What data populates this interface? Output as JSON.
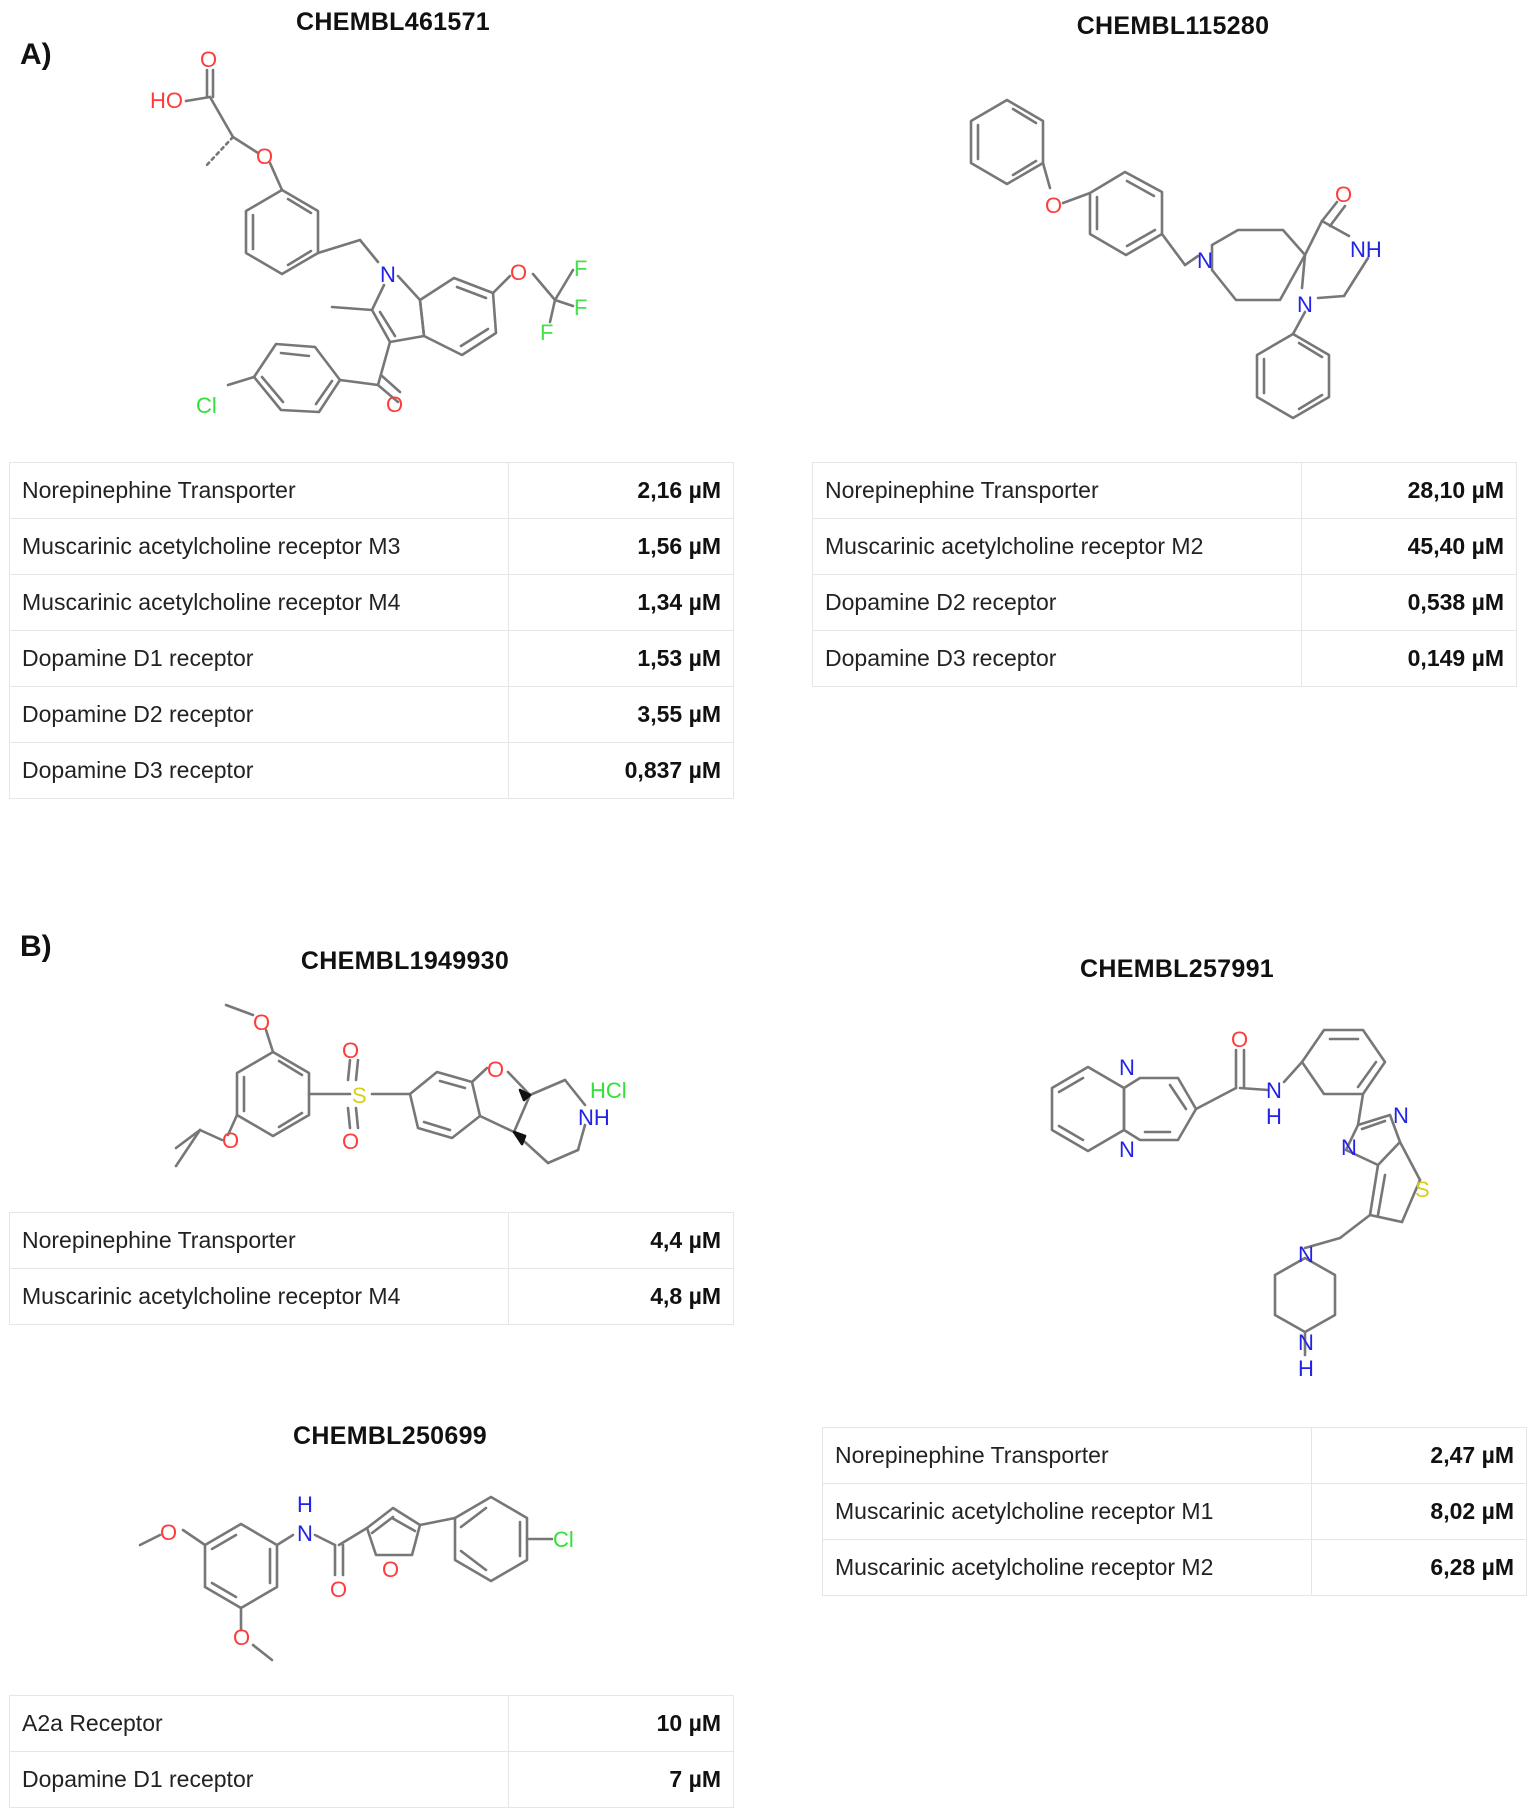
{
  "panels": {
    "a": "A)",
    "b": "B)"
  },
  "compounds": [
    {
      "id": "CHEMBL461571",
      "activities": [
        {
          "target": "Norepinephine Transporter",
          "value": "2,16 µM"
        },
        {
          "target": "Muscarinic acetylcholine receptor M3",
          "value": "1,56 µM"
        },
        {
          "target": "Muscarinic acetylcholine receptor M4",
          "value": "1,34 µM"
        },
        {
          "target": "Dopamine D1 receptor",
          "value": "1,53 µM"
        },
        {
          "target": "Dopamine D2 receptor",
          "value": "3,55 µM"
        },
        {
          "target": "Dopamine D3 receptor",
          "value": "0,837 µM"
        }
      ]
    },
    {
      "id": "CHEMBL115280",
      "activities": [
        {
          "target": "Norepinephine Transporter",
          "value": "28,10 µM"
        },
        {
          "target": "Muscarinic acetylcholine receptor M2",
          "value": "45,40 µM"
        },
        {
          "target": "Dopamine D2 receptor",
          "value": "0,538 µM"
        },
        {
          "target": "Dopamine D3 receptor",
          "value": "0,149 µM"
        }
      ]
    },
    {
      "id": "CHEMBL1949930",
      "activities": [
        {
          "target": "Norepinephine Transporter",
          "value": "4,4 µM"
        },
        {
          "target": "Muscarinic acetylcholine receptor M4",
          "value": "4,8 µM"
        }
      ]
    },
    {
      "id": "CHEMBL257991",
      "activities": [
        {
          "target": "Norepinephine Transporter",
          "value": "2,47 µM"
        },
        {
          "target": "Muscarinic acetylcholine receptor M1",
          "value": "8,02 µM"
        },
        {
          "target": "Muscarinic acetylcholine receptor M2",
          "value": "6,28 µM"
        }
      ]
    },
    {
      "id": "CHEMBL250699",
      "activities": [
        {
          "target": "A2a Receptor",
          "value": "10 µM"
        },
        {
          "target": "Dopamine D1 receptor",
          "value": "7 µM"
        }
      ]
    }
  ],
  "atom_labels": {
    "c1": {
      "oh": "HO",
      "o_acid": "O",
      "o_ether": "O",
      "n_indole": "N",
      "o_ocf3": "O",
      "f1": "F",
      "f2": "F",
      "f3": "F",
      "cl": "Cl",
      "o_ketone": "O"
    },
    "c2": {
      "o_ether": "O",
      "n_pip": "N",
      "o_carbonyl": "O",
      "nh": "NH",
      "n_ph": "N"
    },
    "c3": {
      "o_methoxy": "O",
      "o_isopropoxy": "O",
      "s": "S",
      "o_s1": "O",
      "o_s2": "O",
      "o_ring": "O",
      "hcl": "HCl",
      "nh": "NH"
    },
    "c4": {
      "n1": "N",
      "n2": "N",
      "o_amide": "O",
      "nh": "N",
      "h": "H",
      "n_imid": "N",
      "n_bridge": "N",
      "s": "S",
      "n_pz1": "N",
      "n_pz2": "N",
      "h_pz": "H"
    },
    "c5": {
      "o1": "O",
      "o2": "O",
      "nh_n": "N",
      "nh_h": "H",
      "o_amide": "O",
      "o_furan": "O",
      "cl": "Cl"
    }
  },
  "colors": {
    "bond": "#777777",
    "oxygen": "#ff3b3b",
    "nitrogen": "#2323e6",
    "halogen": "#44e24a",
    "sulfur": "#d8cf18"
  }
}
